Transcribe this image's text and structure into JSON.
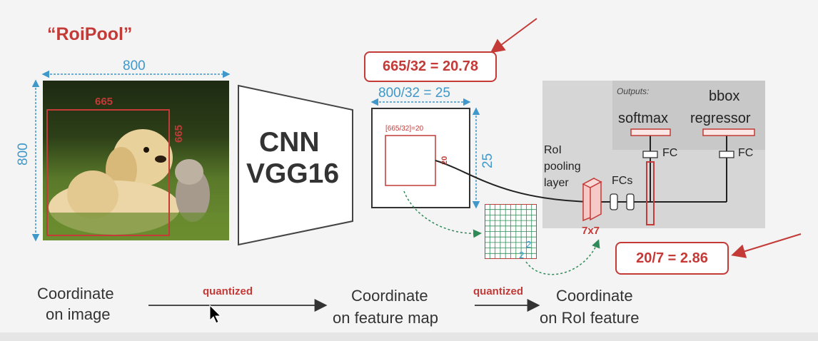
{
  "title": "“RoiPool”",
  "image_width_label": "800",
  "image_height_label": "800",
  "roi_width_label": "665",
  "roi_height_label": "665",
  "cnn_line1": "CNN",
  "cnn_line2": "VGG16",
  "scaled_roi_callout": "665/32 = 20.78",
  "feature_width_label": "800/32 = 25",
  "feature_height_label": "25",
  "feature_roi_label": "[665/32]=20",
  "feature_roi_size_label": "20",
  "grid_label_right": "2",
  "grid_label_bottom": "2",
  "pool_size_label": "7x7",
  "bin_callout": "20/7 = 2.86",
  "network": {
    "outputs_label": "Outputs:",
    "softmax_label": "softmax",
    "bbox_label_1": "bbox",
    "bbox_label_2": "regressor",
    "fc_label_1": "FC",
    "fc_label_2": "FC",
    "roi_pool_label_1": "RoI",
    "roi_pool_label_2": "pooling",
    "roi_pool_label_3": "layer",
    "fcs_label": "FCs"
  },
  "flow": {
    "step1_line1": "Coordinate",
    "step1_line2": "on image",
    "arrow1_label": "quantized",
    "step2_line1": "Coordinate",
    "step2_line2": "on feature map",
    "arrow2_label": "quantized",
    "step3_line1": "Coordinate",
    "step3_line2": "on RoI feature"
  },
  "colors": {
    "accent_red": "#c33a37",
    "accent_blue": "#3f98c9",
    "panel_gray": "#d6d6d6",
    "grid_green": "#2e8b57"
  }
}
